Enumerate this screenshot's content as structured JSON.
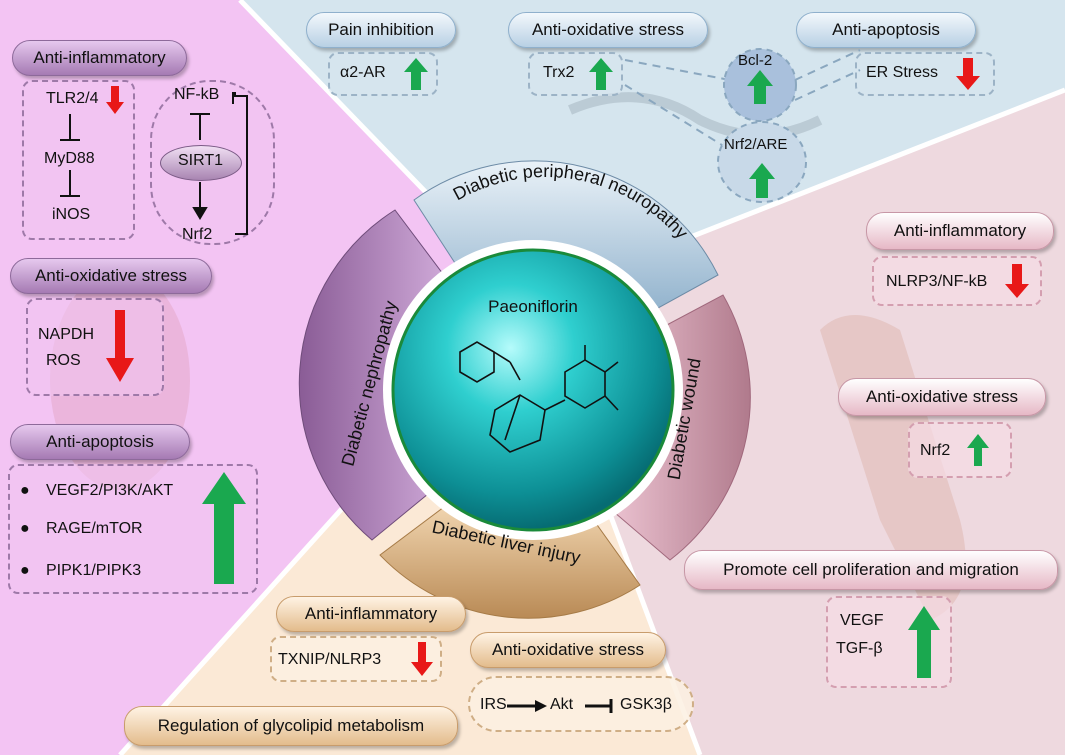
{
  "center": {
    "title": "Paeoniflorin"
  },
  "sectors": {
    "top": "Diabetic peripheral neuropathy",
    "left": "Diabetic nephropathy",
    "right": "Diabetic wound",
    "bottom": "Diabetic  liver injury"
  },
  "neuropathy": {
    "pain_title": "Pain inhibition",
    "pain_item": "α2-AR",
    "oxidative_title": "Anti-oxidative stress",
    "oxidative_item": "Trx2",
    "apoptosis_title": "Anti-apoptosis",
    "apoptosis_item": "ER Stress",
    "bcl2": "Bcl-2",
    "nrf2are": "Nrf2/ARE"
  },
  "nephropathy": {
    "inflam_title": "Anti-inflammatory",
    "tlr": "TLR2/4",
    "myd88": "MyD88",
    "inos": "iNOS",
    "nfkb": "NF-kB",
    "sirt1": "SIRT1",
    "nrf2": "Nrf2",
    "oxid_title": "Anti-oxidative stress",
    "napdh": "NAPDH",
    "ros": "ROS",
    "apop_title": "Anti-apoptosis",
    "apop_items": [
      "VEGF2/PI3K/AKT",
      "RAGE/mTOR",
      "PIPK1/PIPK3"
    ]
  },
  "wound": {
    "inflam_title": "Anti-inflammatory",
    "inflam_item": "NLRP3/NF-kB",
    "oxid_title": "Anti-oxidative stress",
    "oxid_item": "Nrf2",
    "prolif_title": "Promote cell proliferation and migration",
    "prolif_items": [
      "VEGF",
      "TGF-β"
    ]
  },
  "liver": {
    "inflam_title": "Anti-inflammatory",
    "inflam_item": "TXNIP/NLRP3",
    "oxid_title": "Anti-oxidative stress",
    "glyco_title": "Regulation of glycolipid metabolism",
    "irs": "IRS",
    "akt": "Akt",
    "gsk": "GSK3β"
  },
  "colors": {
    "up_arrow": "#1aa84f",
    "down_arrow": "#e81818",
    "sphere": "#1fb8b8"
  }
}
